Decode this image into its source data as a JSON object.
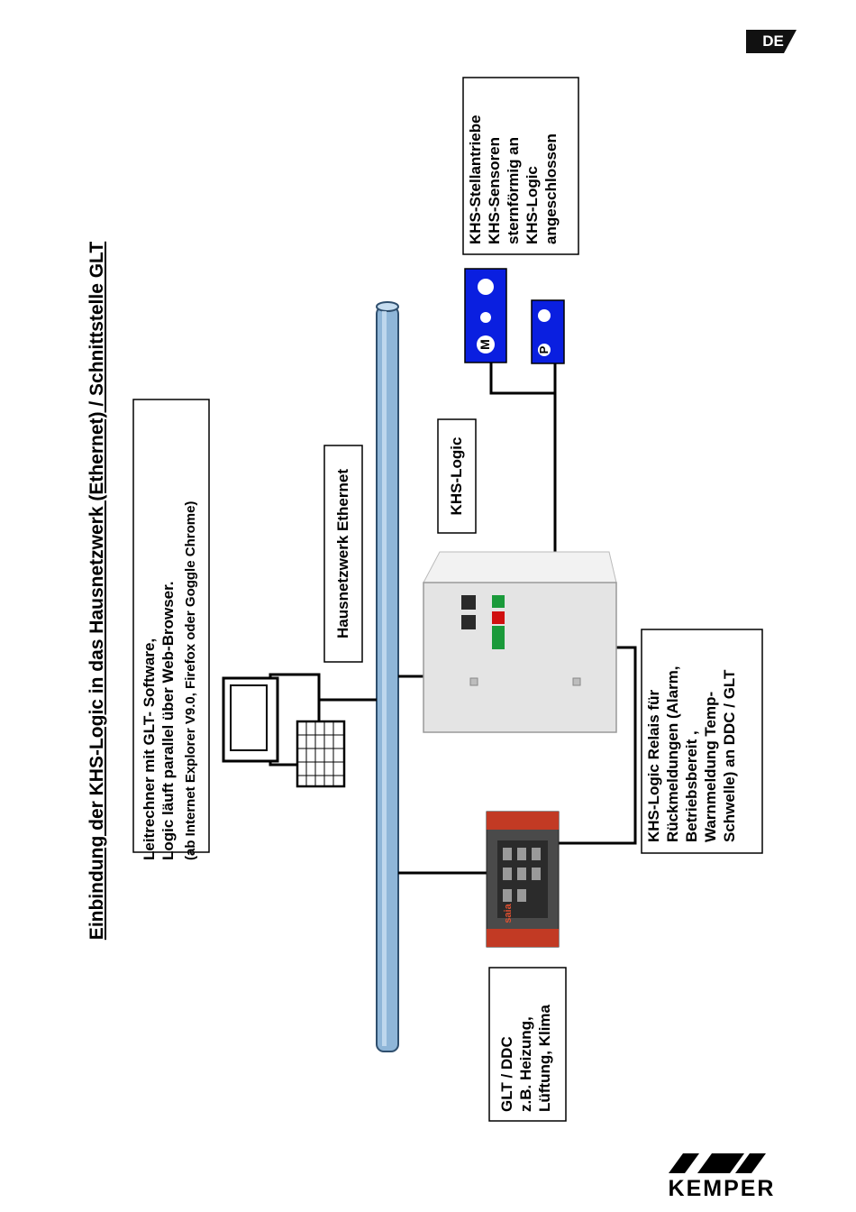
{
  "language_badge": "DE",
  "title": "Einbindung der KHS-Logic in das Hausnetzwerk (Ethernet) / Schnittstelle GLT",
  "boxes": {
    "leitrechner": {
      "lines": [
        "Leitrechner mit GLT- Software,",
        "Logic läuft parallel über Web-Browser."
      ],
      "note": "(ab Internet Explorer V9.0, Firefox oder Goggle Chrome)"
    },
    "hausnetzwerk": "Hausnetzwerk Ethernet",
    "khs_logic": "KHS-Logic",
    "stellantriebe": [
      "KHS-Stellantriebe",
      "KHS-Sensoren",
      "sternförmig an",
      "KHS-Logic",
      "angeschlossen"
    ],
    "relais": [
      "KHS-Logic Relais für",
      "Rückmeldungen (Alarm,",
      "Betriebsbereit ,",
      "Warnmeldung Temp-",
      "Schwelle) an DDC / GLT"
    ],
    "glt_ddc": [
      "GLT / DDC",
      "z.B. Heizung,",
      "Lüftung, Klima"
    ]
  },
  "device_icons": {
    "motor": "M",
    "sensor": "P",
    "controller_brand": "saia"
  },
  "brand": {
    "name": "KEMPER"
  },
  "colors": {
    "pipe_fill": "#8fb6d8",
    "device_blue": "#0a1fe0",
    "badge": "#111111"
  }
}
